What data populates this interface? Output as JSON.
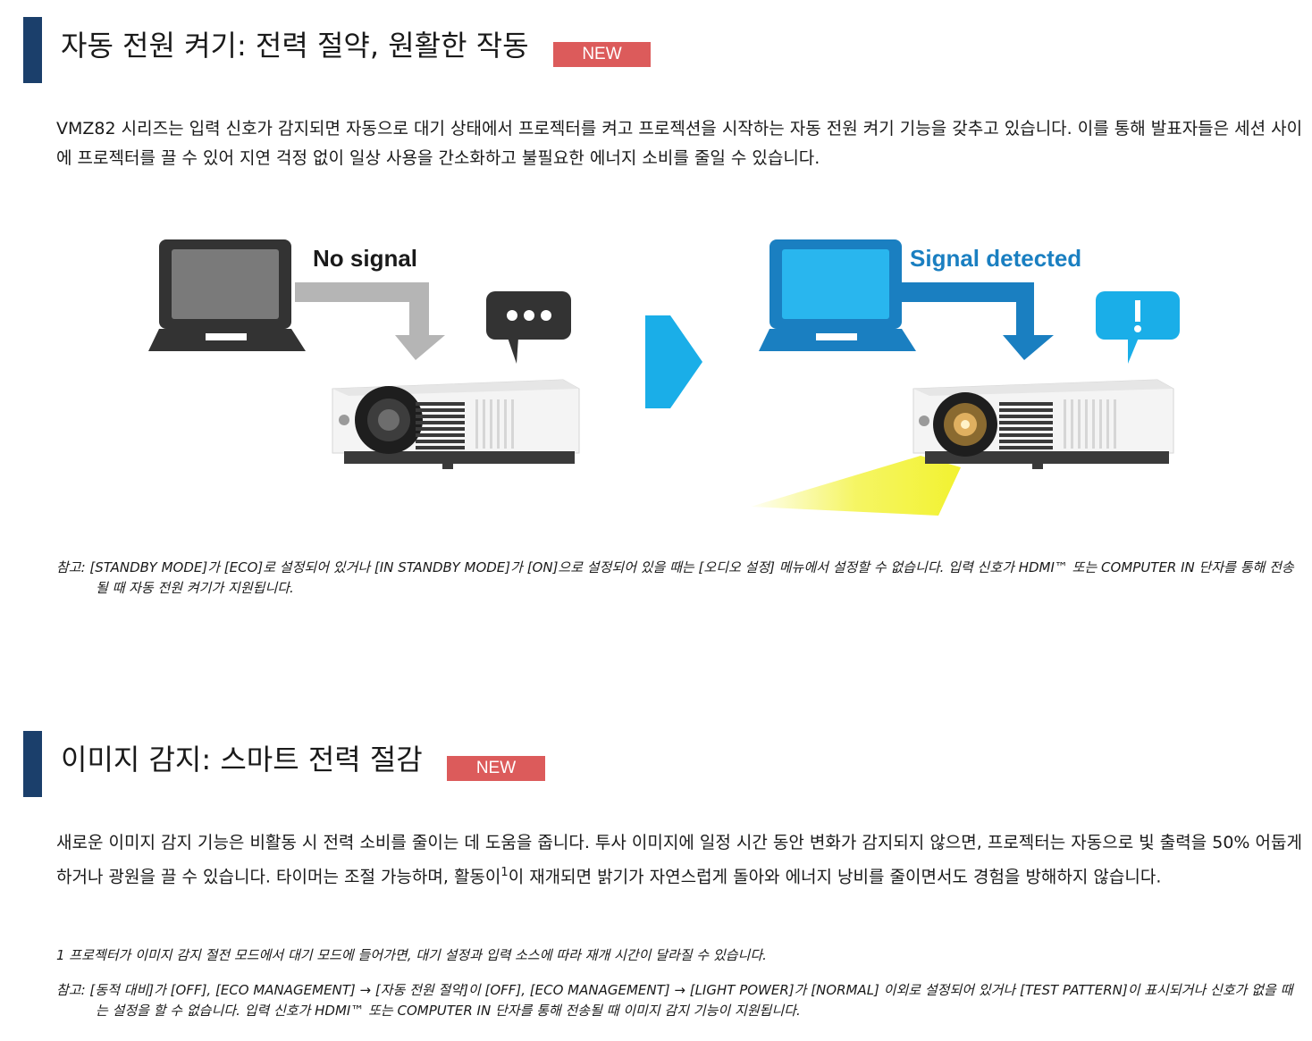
{
  "section1": {
    "title": "자동 전원 켜기: 전력 절약, 원활한 작동",
    "badge": "NEW",
    "body": "VMZ82 시리즈는 입력 신호가 감지되면 자동으로 대기 상태에서 프로젝터를 켜고 프로젝션을 시작하는 자동 전원 켜기 기능을 갖추고 있습니다. 이를 통해 발표자들은 세션 사이에 프로젝터를 끌 수 있어 지연 걱정 없이 일상 사용을 간소화하고 불필요한 에너지 소비를 줄일 수 있습니다.",
    "illustration": {
      "left_label": "No signal",
      "right_label": "Signal detected",
      "colors": {
        "idle": "#333333",
        "active": "#1a7fc1",
        "arrow": "#1aaee8",
        "beam": "#f2f230"
      }
    },
    "note": "참고: [STANDBY MODE]가 [ECO]로 설정되어 있거나 [IN STANDBY MODE]가 [ON]으로 설정되어 있을 때는 [오디오 설정] 메뉴에서 설정할 수 없습니다. 입력 신호가 HDMI™ 또는 COMPUTER IN 단자를 통해 전송될 때 자동 전원 켜기가 지원됩니다."
  },
  "section2": {
    "title": "이미지 감지: 스마트 전력 절감",
    "badge": "NEW",
    "body_before_sup": "새로운 이미지 감지 기능은 비활동 시 전력 소비를 줄이는 데 도움을 줍니다. 투사 이미지에 일정 시간 동안 변화가 감지되지 않으면, 프로젝터는 자동으로 빛 출력을 50% 어둡게 하거나 광원을 끌 수 있습니다. 타이머는 조절 가능하며, 활동이",
    "sup": "1",
    "body_after_sup": "이 재개되면 밝기가 자연스럽게 돌아와 에너지 낭비를 줄이면서도 경험을 방해하지 않습니다.",
    "footnote": "1 프로젝터가 이미지 감지 절전 모드에서 대기 모드에 들어가면, 대기 설정과 입력 소스에 따라 재개 시간이 달라질 수 있습니다.",
    "note": "참고: [동적 대비]가 [OFF], [ECO MANAGEMENT] → [자동 전원 절약]이 [OFF], [ECO MANAGEMENT] → [LIGHT POWER]가 [NORMAL] 이외로 설정되어 있거나 [TEST PATTERN]이 표시되거나 신호가 없을 때는 설정을 할 수 없습니다. 입력 신호가 HDMI™ 또는 COMPUTER IN 단자를 통해 전송될 때 이미지 감지 기능이 지원됩니다."
  },
  "brand": {
    "accent_bar": "#1b3f6b",
    "badge_color": "#dc5b5b"
  }
}
